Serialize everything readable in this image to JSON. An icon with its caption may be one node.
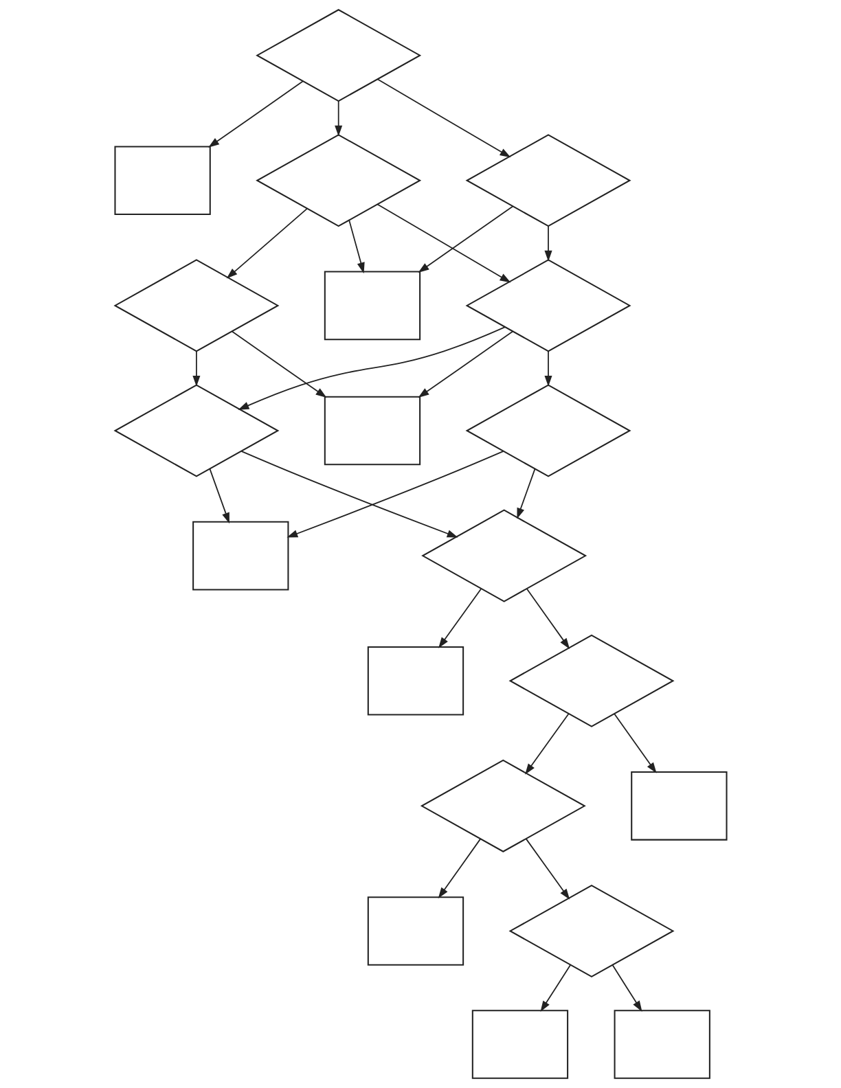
{
  "diagram": {
    "nodes": [
      {
        "text": [],
        "shape": "diamond"
      },
      {
        "text": [],
        "shape": "box"
      },
      {
        "text": [],
        "shape": "diamond"
      },
      {
        "text": [],
        "shape": "diamond"
      },
      {
        "text": [],
        "shape": "box"
      },
      {
        "text": [],
        "shape": "diamond"
      },
      {
        "text": [],
        "shape": "diamond"
      },
      {
        "text": [],
        "shape": "box"
      },
      {
        "text": [],
        "shape": "diamond"
      },
      {
        "text": [],
        "shape": "diamond"
      },
      {
        "text": [],
        "shape": "box"
      },
      {
        "text": [],
        "shape": "diamond"
      },
      {
        "text": [],
        "shape": "box"
      },
      {
        "text": [],
        "shape": "diamond"
      },
      {
        "text": [],
        "shape": "box"
      },
      {
        "text": [],
        "shape": "diamond"
      },
      {
        "text": [],
        "shape": "box"
      },
      {
        "text": [],
        "shape": "diamond"
      },
      {
        "text": [],
        "shape": "box"
      },
      {
        "text": [],
        "shape": "box"
      }
    ],
    "edges": [
      {
        "from": 0,
        "to": 1,
        "arrow": "to"
      },
      {
        "from": 0,
        "to": 3,
        "arrow": "to"
      },
      {
        "from": 0,
        "to": 2,
        "arrow": "to"
      },
      {
        "from": 2,
        "to": 4,
        "arrow": "to"
      },
      {
        "from": 2,
        "to": 6,
        "arrow": "to"
      },
      {
        "from": 3,
        "to": 4,
        "arrow": "to"
      },
      {
        "from": 3,
        "to": 6,
        "arrow": "to"
      },
      {
        "from": 3,
        "to": 5,
        "arrow": "to"
      },
      {
        "from": 5,
        "to": 7,
        "arrow": "to"
      },
      {
        "from": 5,
        "to": 9,
        "arrow": "to"
      },
      {
        "from": 6,
        "to": 7,
        "arrow": "to"
      },
      {
        "from": 6,
        "to": 9,
        "arrow": "to"
      },
      {
        "from": 6,
        "to": 8,
        "arrow": "to"
      },
      {
        "from": 8,
        "to": 10,
        "arrow": "to"
      },
      {
        "from": 8,
        "to": 13,
        "arrow": "to"
      },
      {
        "from": 9,
        "to": 10,
        "arrow": "to"
      },
      {
        "from": 9,
        "to": 13,
        "arrow": "to"
      },
      {
        "from": 13,
        "to": 14,
        "arrow": "to"
      },
      {
        "from": 13,
        "to": 17,
        "arrow": "to"
      },
      {
        "from": 17,
        "to": 18,
        "arrow": "to"
      },
      {
        "from": 17,
        "to": 11,
        "arrow": "to"
      },
      {
        "from": 11,
        "to": 12,
        "arrow": "to"
      },
      {
        "from": 11,
        "to": 15,
        "arrow": "to"
      },
      {
        "from": 15,
        "to": 16,
        "arrow": "to"
      },
      {
        "from": 15,
        "to": 19,
        "arrow": "to"
      }
    ]
  }
}
